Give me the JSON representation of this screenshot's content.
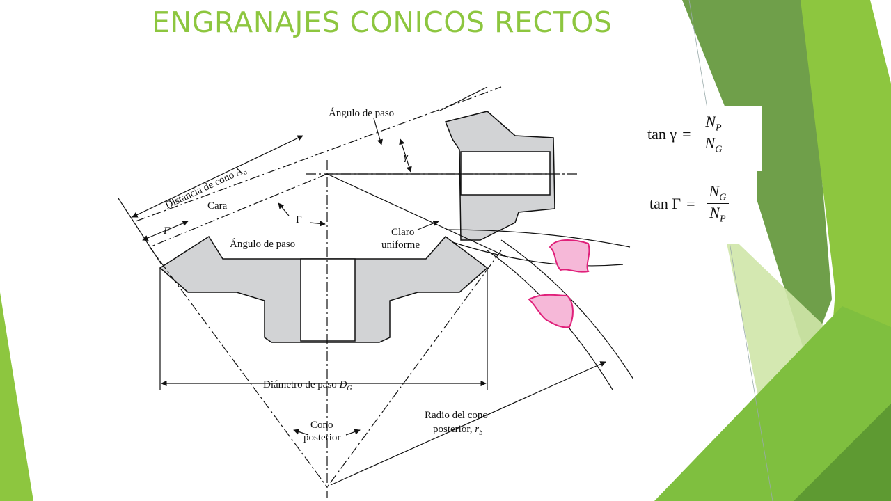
{
  "slide": {
    "title": "ENGRANAJES CONICOS RECTOS",
    "accent_color": "#8dc63f"
  },
  "diagram": {
    "labels": {
      "pitch_angle_top": "Ángulo de paso",
      "gamma": "γ",
      "cone_distance": "Distancia de cono A",
      "cone_distance_sub": "o",
      "face": "Cara",
      "face_symbol": "F",
      "big_gamma": "Γ",
      "pitch_angle_bottom": "Ángulo de paso",
      "clearance_line1": "Claro",
      "clearance_line2": "uniforme",
      "pitch_diameter": "Diámetro de paso ",
      "pitch_diameter_sym": "D",
      "pitch_diameter_sub": "G",
      "back_cone_line1": "Cono",
      "back_cone_line2": "posterior",
      "back_cone_radius_line1": "Radio del cono",
      "back_cone_radius_line2": "posterior, ",
      "back_cone_radius_sym": "r",
      "back_cone_radius_sub": "b"
    },
    "colors": {
      "gear_fill": "#d2d3d5",
      "tooth_fill": "#f6b8d8",
      "tooth_outline": "#e0207a",
      "line": "#111111"
    }
  },
  "formulas": [
    {
      "lhs": "tan γ",
      "num": "N",
      "num_sub": "P",
      "den": "N",
      "den_sub": "G"
    },
    {
      "lhs": "tan Γ",
      "num": "N",
      "num_sub": "G",
      "den": "N",
      "den_sub": "P"
    }
  ]
}
